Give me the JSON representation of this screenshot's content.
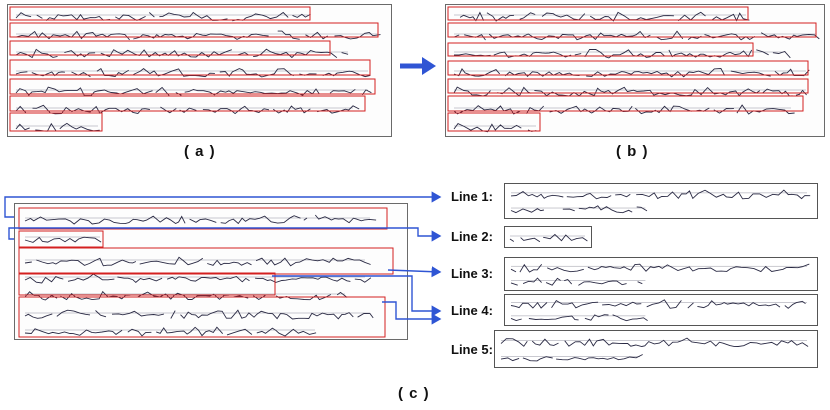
{
  "panels": {
    "a": {
      "label": "( a )"
    },
    "b": {
      "label": "( b )"
    },
    "c": {
      "label": "( c )"
    }
  },
  "lines": [
    {
      "label": "Line 1:"
    },
    {
      "label": "Line 2:"
    },
    {
      "label": "Line 3:"
    },
    {
      "label": "Line 4:"
    },
    {
      "label": "Line 5:"
    }
  ],
  "colors": {
    "arrow": "#2f55d4",
    "box": "#d42020",
    "ink": "#2a2a44"
  },
  "icons": {
    "transform": "right-arrow-icon"
  }
}
